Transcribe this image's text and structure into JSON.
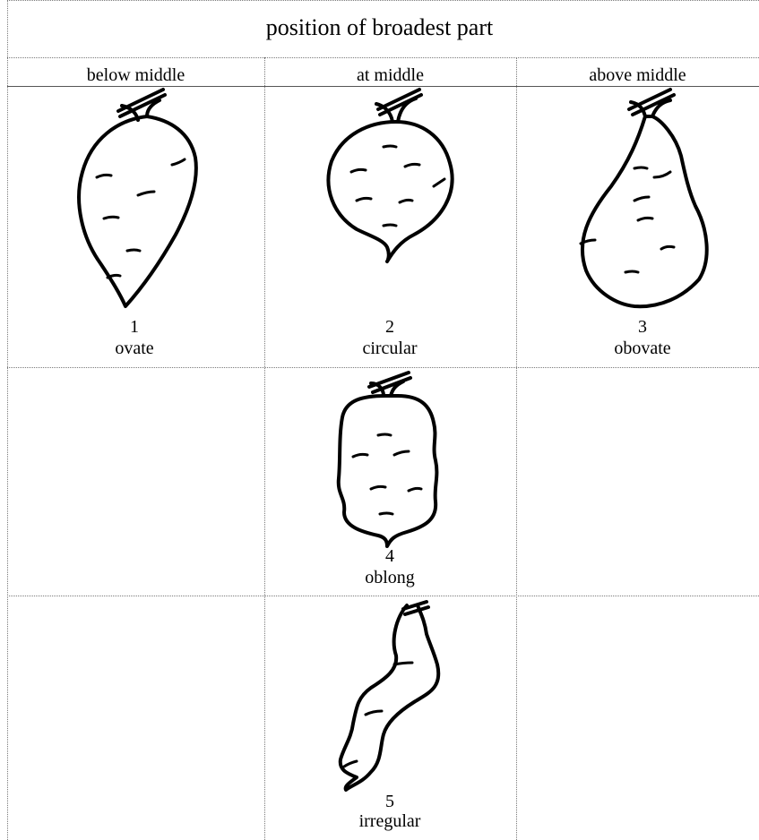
{
  "title": "position of broadest part",
  "columns": [
    "below middle",
    "at middle",
    "above middle"
  ],
  "shapes": [
    {
      "number": "1",
      "label": "ovate"
    },
    {
      "number": "2",
      "label": "circular"
    },
    {
      "number": "3",
      "label": "obovate"
    },
    {
      "number": "4",
      "label": "oblong"
    },
    {
      "number": "5",
      "label": "irregular"
    }
  ]
}
